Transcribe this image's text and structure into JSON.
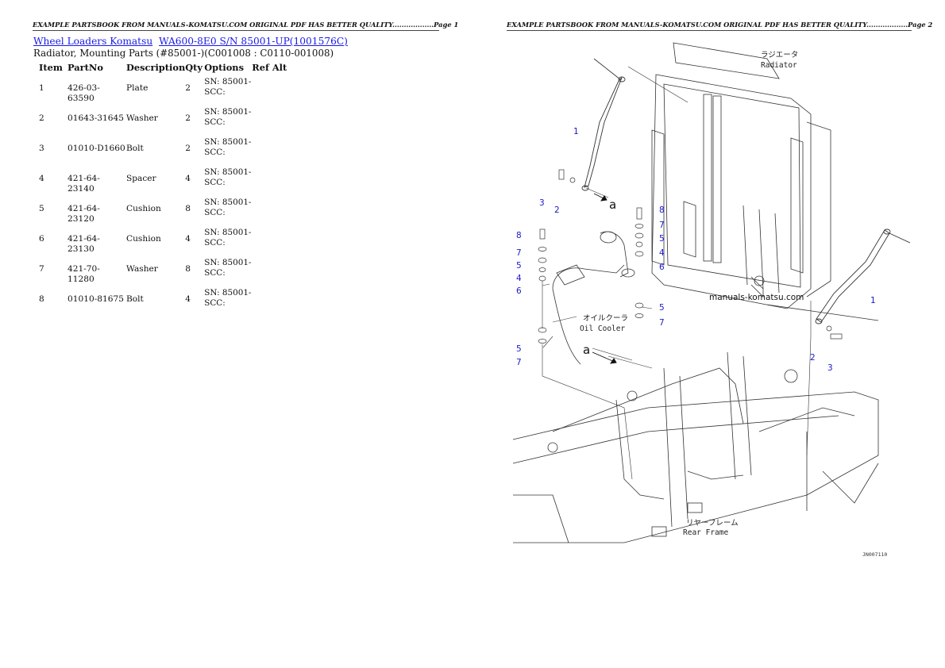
{
  "header": {
    "left": "EXAMPLE PARTSBOOK FROM MANUALS-KOMATSU.COM ORIGINAL PDF HAS BETTER QUALITY..................Page 1",
    "right": "EXAMPLE PARTSBOOK FROM MANUALS-KOMATSU.COM ORIGINAL PDF HAS BETTER QUALITY..................Page 2"
  },
  "breadcrumb": {
    "link1": "Wheel Loaders Komatsu",
    "link2": "WA600-8E0 S/N 85001-UP(1001576C)"
  },
  "subtitle": "Radiator, Mounting Parts (#85001-)(C001008 : C0110-001008)",
  "table": {
    "headers": [
      "Item",
      "PartNo",
      "Description",
      "Qty",
      "Options",
      "Ref Alt"
    ],
    "rows": [
      {
        "item": "1",
        "part": "426-03-63590",
        "desc": "Plate",
        "qty": "2",
        "opt1": "SN: 85001-",
        "opt2": "SCC:"
      },
      {
        "item": "2",
        "part": "01643-31645",
        "desc": "Washer",
        "qty": "2",
        "opt1": "SN: 85001-",
        "opt2": "SCC:"
      },
      {
        "item": "3",
        "part": "01010-D1660",
        "desc": "Bolt",
        "qty": "2",
        "opt1": "SN: 85001-",
        "opt2": "SCC:"
      },
      {
        "item": "4",
        "part": "421-64-23140",
        "desc": "Spacer",
        "qty": "4",
        "opt1": "SN: 85001-",
        "opt2": "SCC:"
      },
      {
        "item": "5",
        "part": "421-64-23120",
        "desc": "Cushion",
        "qty": "8",
        "opt1": "SN: 85001-",
        "opt2": "SCC:"
      },
      {
        "item": "6",
        "part": "421-64-23130",
        "desc": "Cushion",
        "qty": "4",
        "opt1": "SN: 85001-",
        "opt2": "SCC:"
      },
      {
        "item": "7",
        "part": "421-70-11280",
        "desc": "Washer",
        "qty": "8",
        "opt1": "SN: 85001-",
        "opt2": "SCC:"
      },
      {
        "item": "8",
        "part": "01010-81675",
        "desc": "Bolt",
        "qty": "4",
        "opt1": "SN: 85001-",
        "opt2": "SCC:"
      }
    ]
  },
  "diagram": {
    "radiator_jp": "ラジエータ",
    "radiator_en": "Radiator",
    "oilcooler_jp": "オイルクーラ",
    "oilcooler_en": "Oil Cooler",
    "rearframe_jp": "リヤーフレーム",
    "rearframe_en": "Rear Frame",
    "watermark": "manuals-komatsu.com",
    "code": "JN007110",
    "letter_a": "a",
    "n1": "1",
    "n2": "2",
    "n3": "3",
    "n4": "4",
    "n5": "5",
    "n6": "6",
    "n7": "7",
    "n8": "8"
  }
}
